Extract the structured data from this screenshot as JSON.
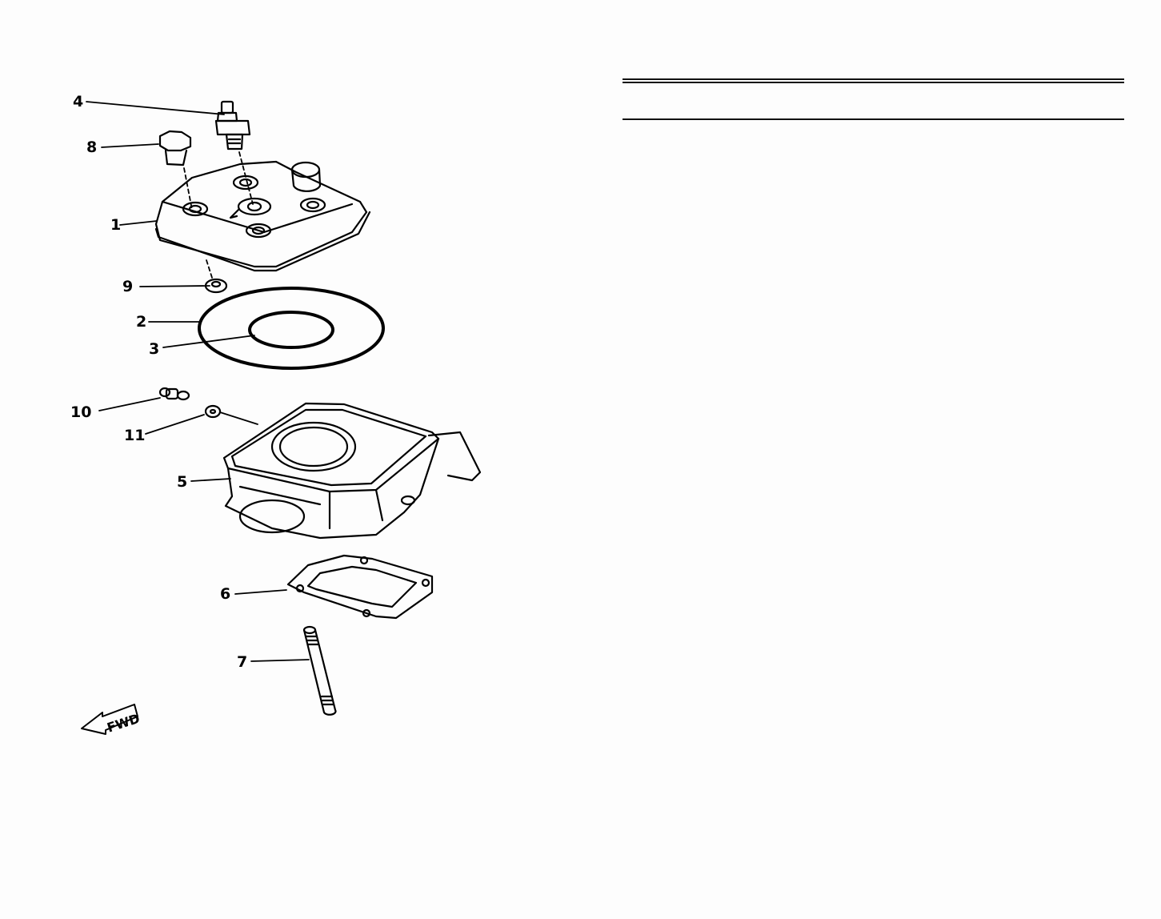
{
  "header": {
    "rules": [
      "double-rule",
      "single-rule"
    ]
  },
  "diagram": {
    "type": "exploded-parts-view",
    "subject": "cylinder head and cylinder",
    "direction_indicator": {
      "label": "FWD",
      "icon": "fwd-arrow-icon"
    },
    "callouts": [
      {
        "number": "1",
        "part": "cylinder head"
      },
      {
        "number": "2",
        "part": "large gasket ring"
      },
      {
        "number": "3",
        "part": "small gasket ring"
      },
      {
        "number": "4",
        "part": "spark plug"
      },
      {
        "number": "5",
        "part": "cylinder"
      },
      {
        "number": "6",
        "part": "cylinder base gasket"
      },
      {
        "number": "7",
        "part": "stud bolt"
      },
      {
        "number": "8",
        "part": "bolt"
      },
      {
        "number": "9",
        "part": "washer"
      },
      {
        "number": "10",
        "part": "fitting"
      },
      {
        "number": "11",
        "part": "washer"
      }
    ]
  },
  "colors": {
    "ink": "#000000",
    "paper": "#fdfdfd"
  }
}
